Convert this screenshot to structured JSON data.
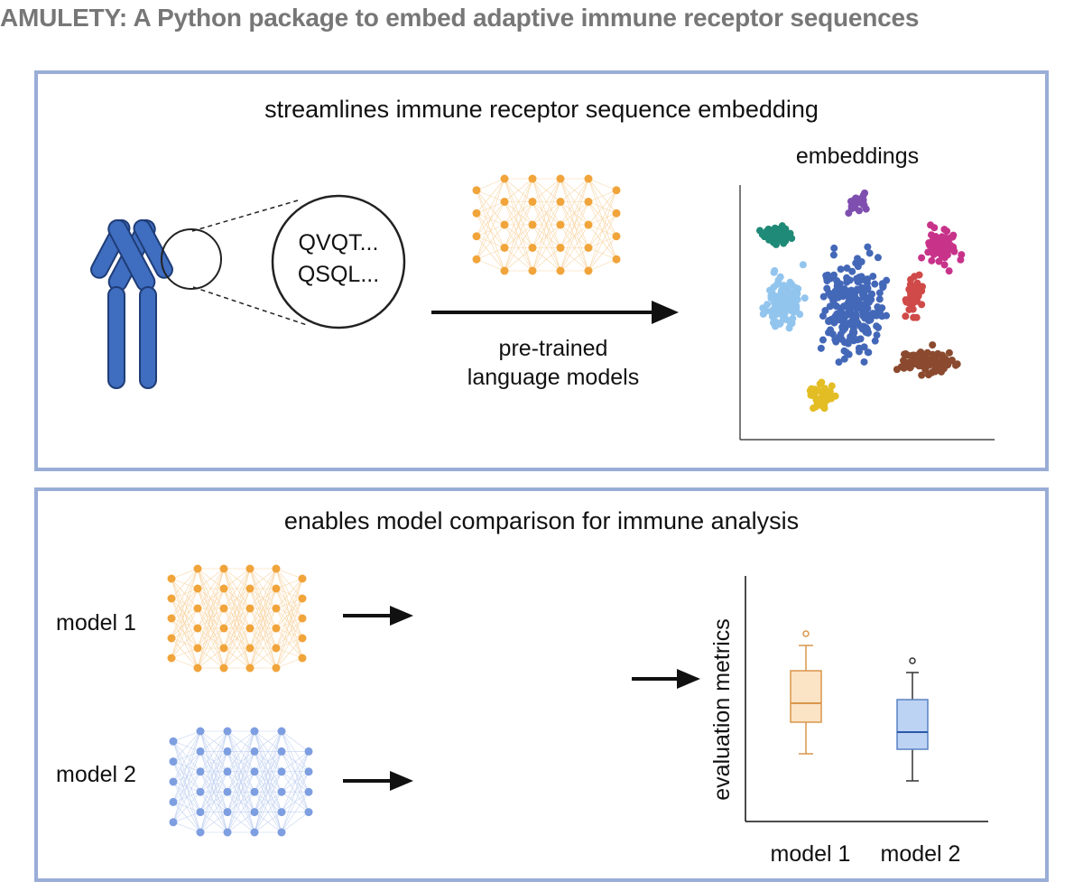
{
  "title": "AMULETY: A Python package to embed adaptive immune receptor sequences",
  "panel1": {
    "heading": "streamlines immune receptor sequence embedding",
    "sequence_lines": [
      "QVQT...",
      "QSQL..."
    ],
    "arrow_label_lines": [
      "pre-trained",
      "language models"
    ],
    "embeddings_label": "embeddings"
  },
  "panel2": {
    "heading": "enables model comparison for immune analysis",
    "model_labels": [
      "model 1",
      "model 2"
    ],
    "boxplot": {
      "ylabel": "evaluation metrics",
      "categories": [
        "model 1",
        "model 2"
      ]
    }
  },
  "colors": {
    "antibody": "#3f6dbf",
    "network_model1": "#f0a43a",
    "network_model2": "#7d9ee0",
    "panel_border": "#99add6",
    "clusters": [
      "#1f8a77",
      "#7f4fb0",
      "#c8338a",
      "#4468b8",
      "#92c5ee",
      "#cf4a48",
      "#8b4a2f",
      "#e3bd24"
    ],
    "box_model1": "#f3c48e",
    "box_model2": "#b7cff2"
  }
}
